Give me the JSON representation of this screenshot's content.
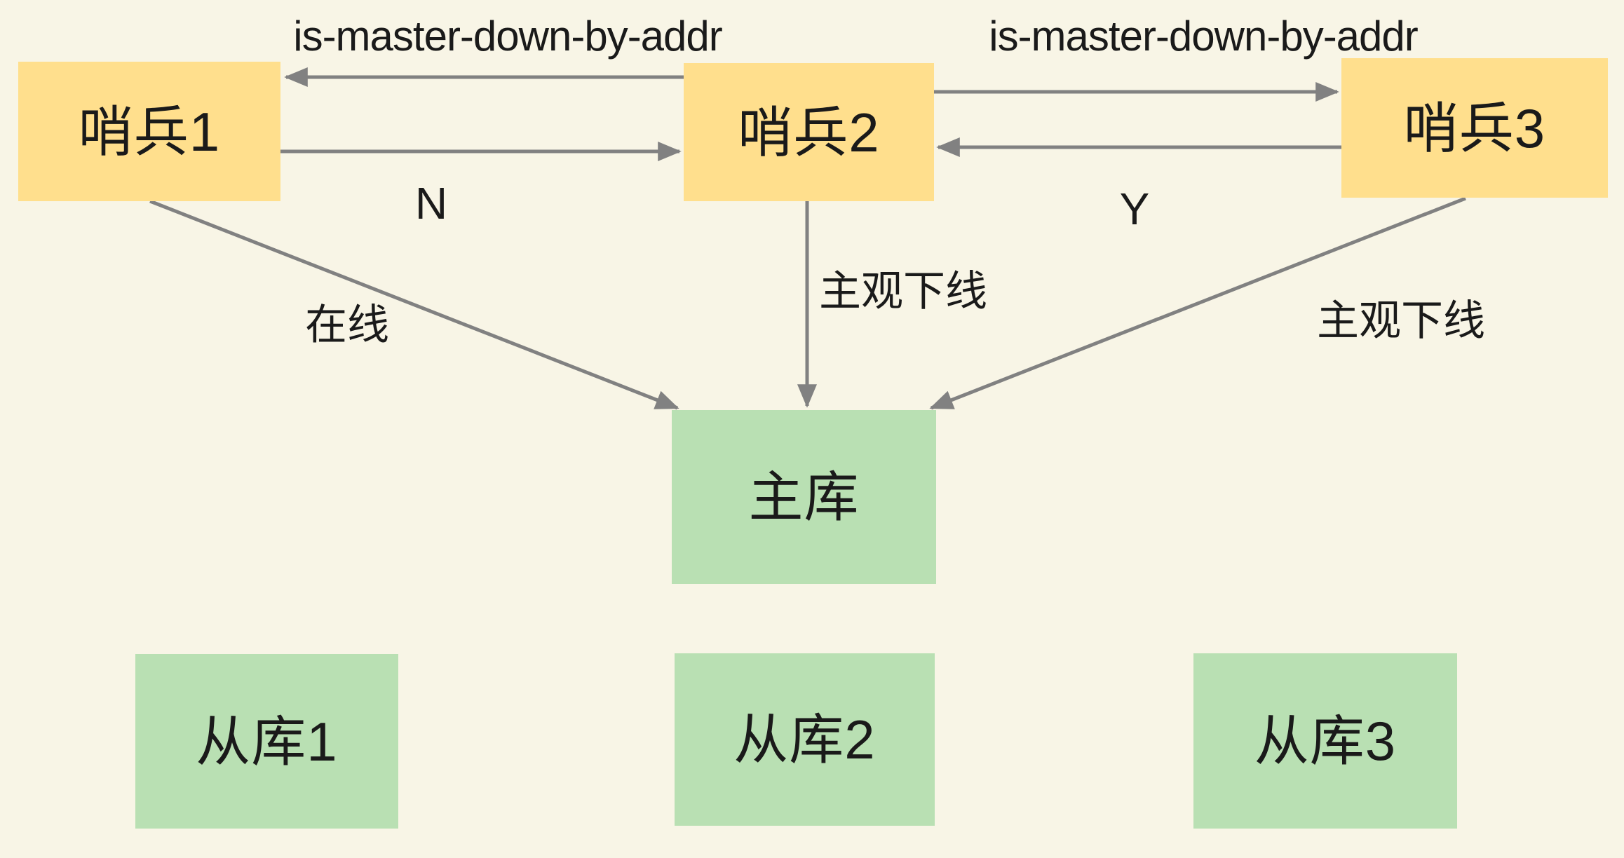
{
  "diagram": {
    "title_hint": "Redis sentinel subjective-down voting diagram",
    "background": "#f8f5e6",
    "colors": {
      "sentinel_fill": "#ffdf8d",
      "db_fill": "#b9e0b3",
      "arrow": "#818181",
      "text": "#1a1a1a"
    },
    "nodes": {
      "sentinel1": {
        "label": "哨兵1"
      },
      "sentinel2": {
        "label": "哨兵2"
      },
      "sentinel3": {
        "label": "哨兵3"
      },
      "master": {
        "label": "主库"
      },
      "slave1": {
        "label": "从库1"
      },
      "slave2": {
        "label": "从库2"
      },
      "slave3": {
        "label": "从库3"
      }
    },
    "edge_labels": {
      "imdba_left": "is-master-down-by-addr",
      "imdba_right": "is-master-down-by-addr",
      "n": "N",
      "y": "Y",
      "online": "在线",
      "sdown_mid": "主观下线",
      "sdown_right": "主观下线"
    },
    "edges": [
      {
        "from": "sentinel2",
        "to": "sentinel1",
        "label": "is-master-down-by-addr"
      },
      {
        "from": "sentinel1",
        "to": "sentinel2",
        "label": "N"
      },
      {
        "from": "sentinel2",
        "to": "sentinel3",
        "label": "is-master-down-by-addr"
      },
      {
        "from": "sentinel3",
        "to": "sentinel2",
        "label": "Y"
      },
      {
        "from": "sentinel1",
        "to": "master",
        "label": "在线"
      },
      {
        "from": "sentinel2",
        "to": "master",
        "label": "主观下线"
      },
      {
        "from": "sentinel3",
        "to": "master",
        "label": "主观下线"
      }
    ]
  }
}
